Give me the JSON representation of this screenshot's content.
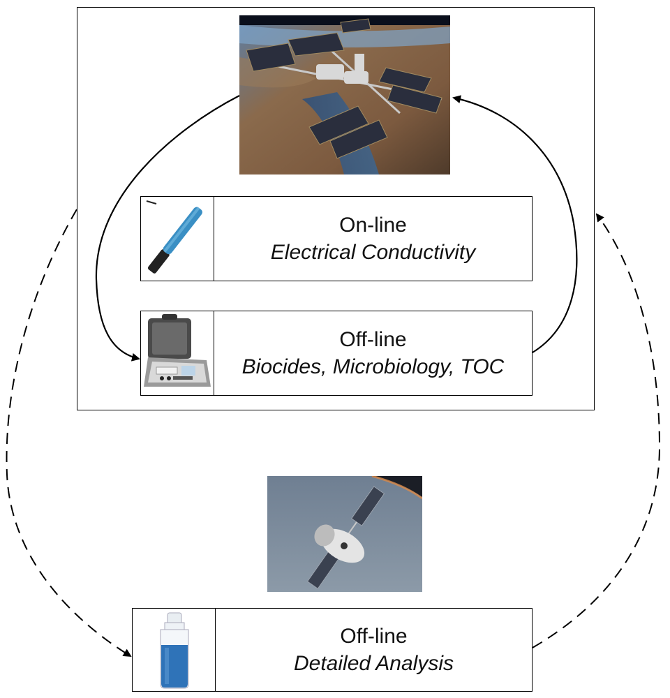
{
  "boxes": {
    "online": {
      "title": "On-line",
      "subtitle": "Electrical Conductivity"
    },
    "offline_onboard": {
      "title": "Off-line",
      "subtitle": "Biocides, Microbiology, TOC"
    },
    "offline_ground": {
      "title": "Off-line",
      "subtitle": "Detailed Analysis"
    }
  },
  "images": {
    "station": "space-station-photo",
    "capsule": "cargo-capsule-photo",
    "probe": "conductivity-probe-icon",
    "kit": "sampling-kit-icon",
    "bottle": "sample-bottle-icon"
  }
}
